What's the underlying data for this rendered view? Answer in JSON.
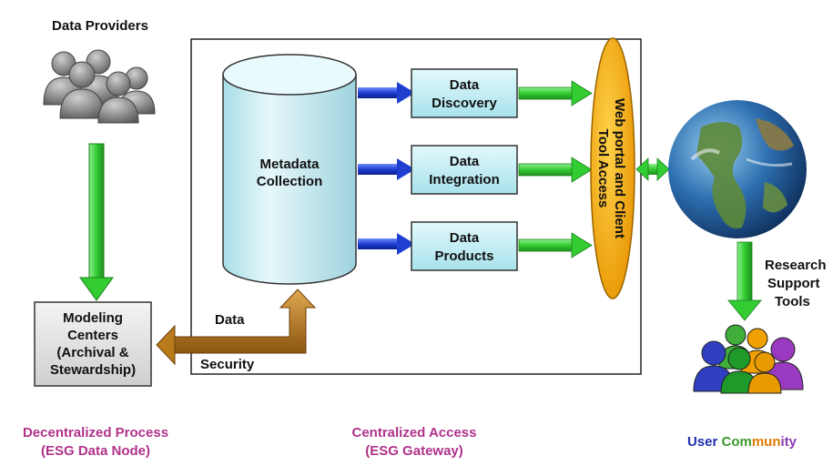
{
  "data_providers": "Data Providers",
  "modeling_centers": [
    "Modeling",
    "Centers",
    "(Archival &",
    "Stewardship)"
  ],
  "metadata_collection": [
    "Metadata",
    "Collection"
  ],
  "services": [
    [
      "Data",
      "Discovery"
    ],
    [
      "Data",
      "Integration"
    ],
    [
      "Data",
      "Products"
    ]
  ],
  "portal": [
    "Web portal and Client",
    "Tool Access"
  ],
  "data_label": "Data",
  "security_label": "Security",
  "research_tools": [
    "Research",
    "Support",
    "Tools"
  ],
  "footer": {
    "left": [
      "Decentralized Process",
      "(ESG Data Node)"
    ],
    "center": [
      "Centralized Access",
      "(ESG Gateway)"
    ],
    "right_parts": [
      {
        "text": "User ",
        "color": "#1f2fb0"
      },
      {
        "text": "Com",
        "color": "#3a9a2a"
      },
      {
        "text": "mun",
        "color": "#e07a00"
      },
      {
        "text": "ity",
        "color": "#8a3ab0"
      }
    ]
  },
  "colors": {
    "footer_left": "#b0328a",
    "footer_center": "#b0328a",
    "blue_arrow": "#1f3fd0",
    "green_arrow": "#33cc33",
    "brown_arrow": "#b87a1a",
    "portal_fill": "#f5a800",
    "cylinder_fill": "#cfeff5",
    "box_fill": "#c8f0f5",
    "modeling_fill": "#e6e6e6"
  }
}
